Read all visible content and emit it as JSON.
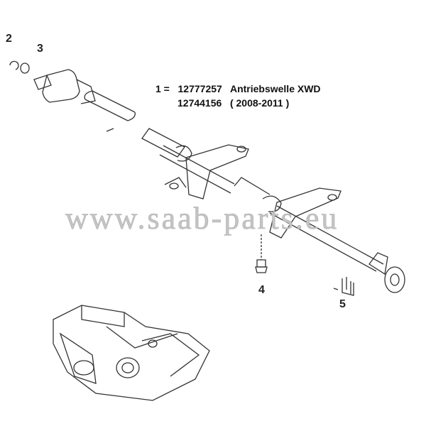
{
  "legend": {
    "line1": "1 =   12777257   Antriebswelle XWD",
    "line2": "12744156   ( 2008-2011 )"
  },
  "callouts": [
    "2",
    "3",
    "4",
    "5"
  ],
  "watermark": "www.saab-parts.eu"
}
